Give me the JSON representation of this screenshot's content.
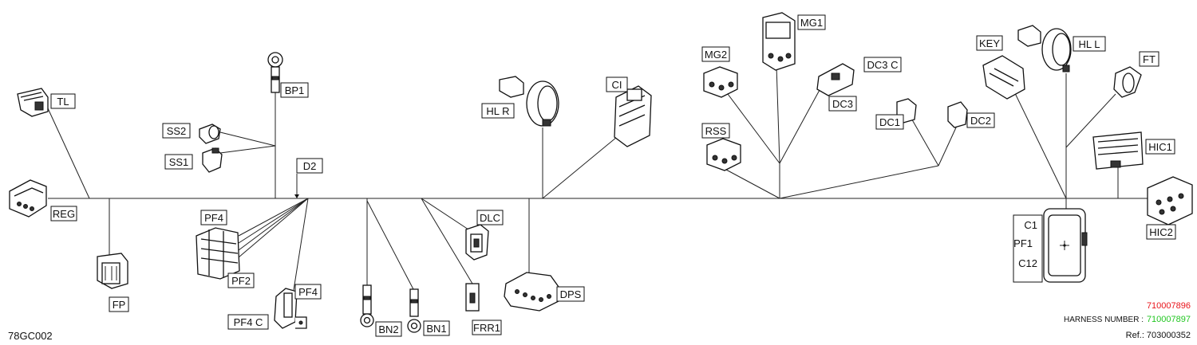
{
  "labels": {
    "TL": "TL",
    "REG": "REG",
    "FP": "FP",
    "BP1": "BP1",
    "SS2": "SS2",
    "SS1": "SS1",
    "D2": "D2",
    "PF4_a": "PF4",
    "PF2": "PF2",
    "PF4_b": "PF4",
    "PF4C": "PF4  C",
    "BN2": "BN2",
    "BN1": "BN1",
    "DLC": "DLC",
    "FRR1": "FRR1",
    "DPS": "DPS",
    "HLR": "HL  R",
    "CI": "CI",
    "MG2": "MG2",
    "MG1": "MG1",
    "DC3C": "DC3 C",
    "DC3": "DC3",
    "RSS": "RSS",
    "DC1": "DC1",
    "DC2": "DC2",
    "KEY": "KEY",
    "HLL": "HL  L",
    "FT": "FT",
    "HIC1": "HIC1",
    "HIC2": "HIC2",
    "C1": "C1",
    "PF1": "PF1",
    "C12": "C12"
  },
  "footer": {
    "code": "78GC002",
    "harness_number_1": "710007896",
    "harness_label": "HARNESS NUMBER :",
    "harness_number_2": "710007897",
    "ref": "Ref.: 703000352"
  },
  "colors": {
    "harness_1": "#e8141b",
    "harness_2": "#22c722",
    "line": "#222222"
  }
}
